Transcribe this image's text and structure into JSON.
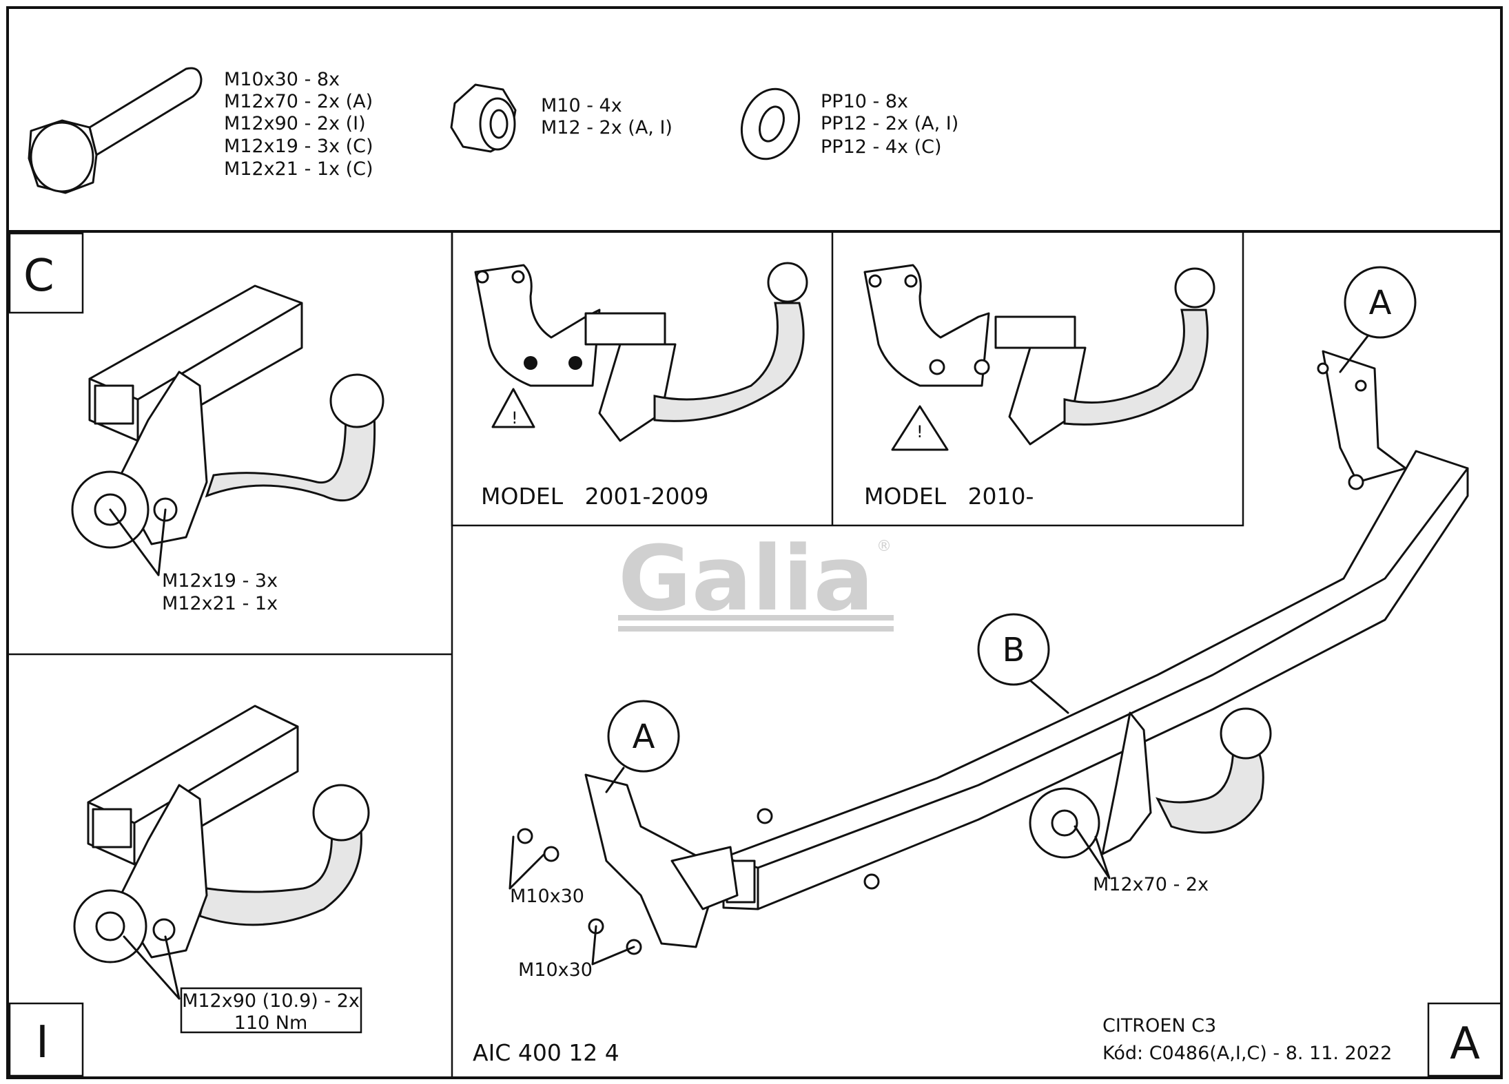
{
  "parts": {
    "bolts": [
      "M10x30 - 8x",
      "M12x70 - 2x (A)",
      "M12x90 - 2x (I)",
      "M12x19 - 3x (C)",
      "M12x21 - 1x (C)"
    ],
    "nuts": [
      "M10 - 4x",
      "M12 - 2x (A, I)"
    ],
    "washers": [
      "PP10 - 8x",
      "PP12 - 2x (A, I)",
      "PP12 - 4x (C)"
    ]
  },
  "panel_c": {
    "label": "C",
    "callouts": [
      "M12x19 - 3x",
      "M12x21 - 1x"
    ]
  },
  "panel_i": {
    "label": "I",
    "callouts": [
      "M12x90 (10.9) - 2x",
      "110 Nm"
    ]
  },
  "models": [
    {
      "label": "MODEL   2001-2009",
      "warning": "!"
    },
    {
      "label": "MODEL   2010-",
      "warning": "!"
    }
  ],
  "main": {
    "part_labels": {
      "a_top": "A",
      "a_left": "A",
      "b": "B"
    },
    "callouts": {
      "bolts_upper": "M10x30",
      "bolts_lower": "M10x30",
      "ball_bolts": "M12x70 - 2x"
    },
    "product_code": "AIC 400 12 4",
    "vehicle": "CITROEN C3",
    "code_line": "Kód: C0486(A,I,C) - 8. 11. 2022",
    "corner_label": "A"
  },
  "watermark": {
    "text": "Galia",
    "registered": "®",
    "color": "#c8c8c8"
  }
}
